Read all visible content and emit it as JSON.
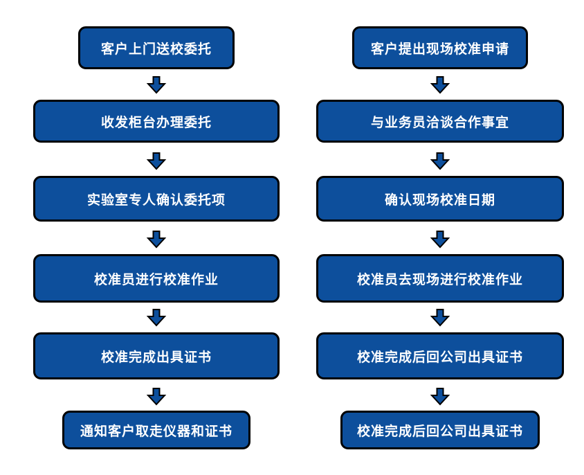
{
  "flowchart": {
    "colors": {
      "box_fill": "#0d4f9c",
      "box_border": "#000000",
      "text": "#ffffff",
      "arrow_fill": "#0d4f9c",
      "arrow_border": "#000000",
      "background": "#ffffff"
    },
    "columns": [
      {
        "steps": [
          {
            "label": "客户上门送校委托"
          },
          {
            "label": "收发柜台办理委托"
          },
          {
            "label": "实验室专人确认委托项"
          },
          {
            "label": "校准员进行校准作业"
          },
          {
            "label": "校准完成出具证书"
          },
          {
            "label": "通知客户取走仪器和证书"
          }
        ]
      },
      {
        "steps": [
          {
            "label": "客户提出现场校准申请"
          },
          {
            "label": "与业务员洽谈合作事宜"
          },
          {
            "label": "确认现场校准日期"
          },
          {
            "label": "校准员去现场进行校准作业"
          },
          {
            "label": "校准完成后回公司出具证书"
          },
          {
            "label": "校准完成后回公司出具证书"
          }
        ]
      }
    ]
  }
}
